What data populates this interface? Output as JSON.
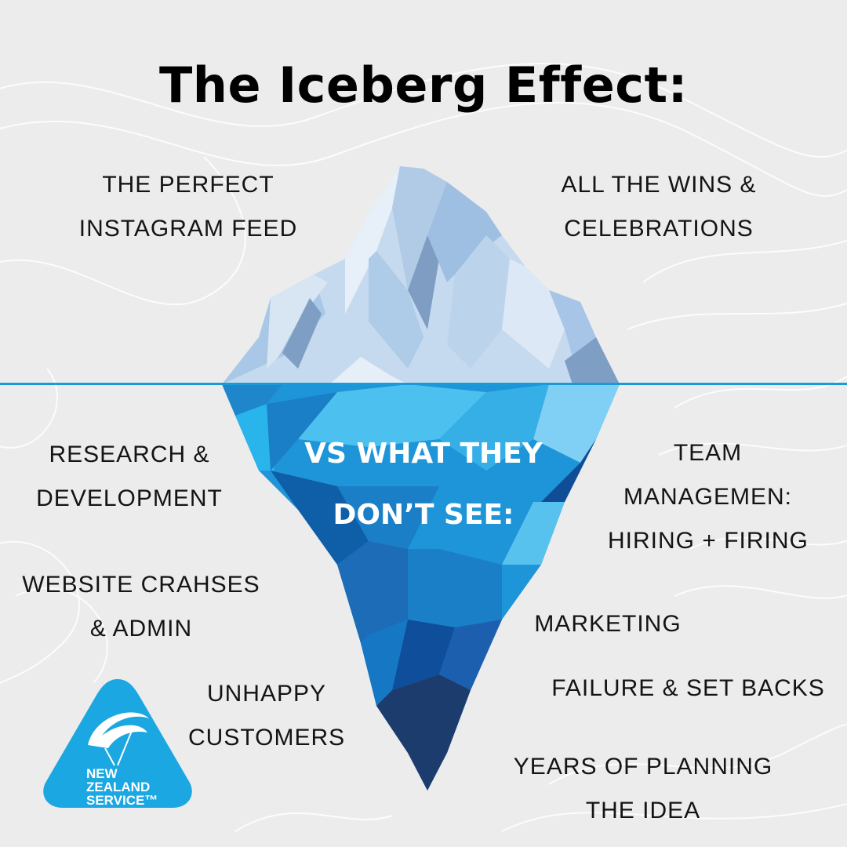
{
  "title": "The Iceberg Effect:",
  "above_water": {
    "left": [
      "THE PERFECT",
      "INSTAGRAM FEED"
    ],
    "right": [
      "ALL THE WINS &",
      "CELEBRATIONS"
    ]
  },
  "center_text": [
    "VS WHAT THEY",
    "DON’T SEE:"
  ],
  "below_water": {
    "research": [
      "RESEARCH &",
      "DEVELOPMENT"
    ],
    "website": [
      "WEBSITE CRAHSES",
      "& ADMIN"
    ],
    "unhappy": [
      "UNHAPPY",
      "CUSTOMERS"
    ],
    "team": [
      "TEAM",
      "MANAGEMEN:",
      "HIRING + FIRING"
    ],
    "marketing": "MARKETING",
    "failure": "FAILURE & SET BACKS",
    "years": [
      "YEARS OF PLANNING",
      "THE IDEA"
    ]
  },
  "logo": {
    "lines": [
      "NEW",
      "ZEALAND",
      "SERVICE™"
    ],
    "color": "#1ba7e1"
  },
  "colors": {
    "background": "#ececec",
    "water_line": "#1a9ad8",
    "ice_light": "#c9dcef",
    "ice_dark": "#0f4d96"
  }
}
